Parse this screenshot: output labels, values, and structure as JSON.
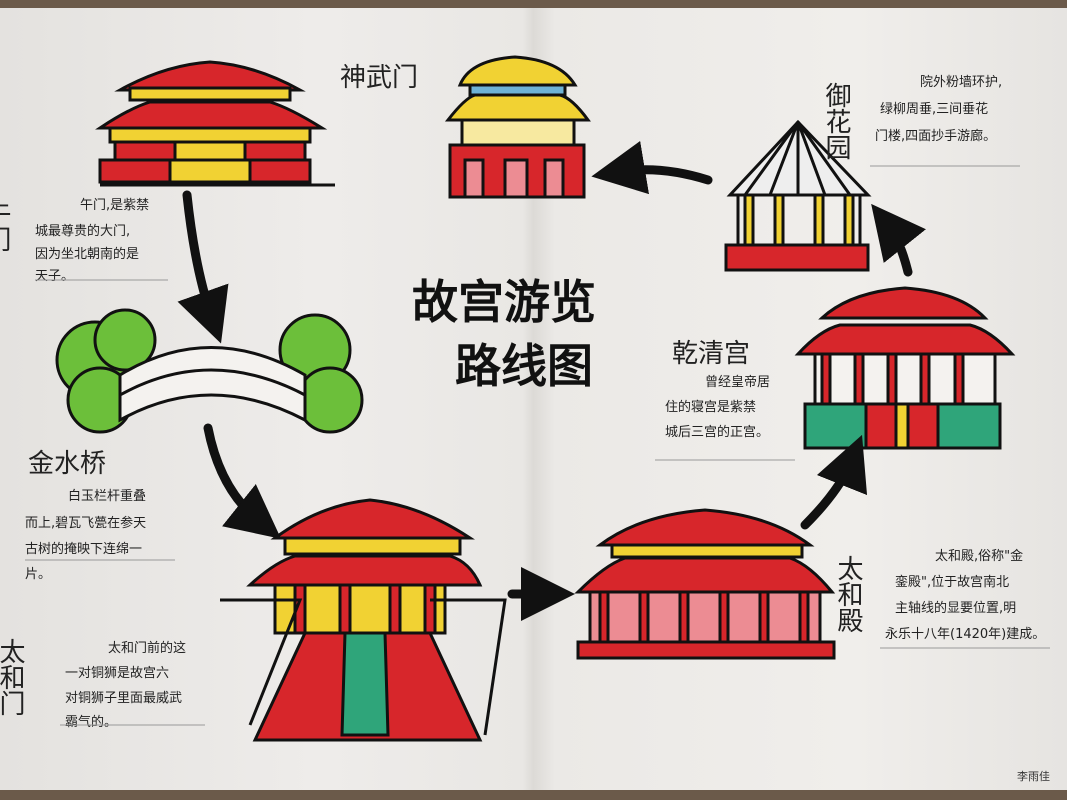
{
  "title": [
    "故宫游览",
    "路线图"
  ],
  "stops": {
    "wumen": {
      "name": "午门",
      "note": [
        "午门,是紫禁",
        "城最尊贵的大门,",
        "因为坐北朝南的是",
        "天子。"
      ]
    },
    "jinshuiqiao": {
      "name": "金水桥",
      "note": [
        "白玉栏杆重叠",
        "而上,碧瓦飞甍在参天",
        "古树的掩映下连绵一",
        "片。"
      ]
    },
    "taihemen": {
      "name": "太和门",
      "note": [
        "太和门前的这",
        "一对铜狮是故宫六",
        "对铜狮子里面最威武",
        "霸气的。"
      ]
    },
    "taihedian": {
      "name": "太和殿",
      "note": [
        "太和殿,俗称\"金",
        "銮殿\",位于故宫南北",
        "主轴线的显要位置,明",
        "永乐十八年(1420年)建成。"
      ]
    },
    "qianqinggong": {
      "name": "乾清宫",
      "note": [
        "曾经皇帝居",
        "住的寝宫是紫禁",
        "城后三宫的正宫。"
      ]
    },
    "yuhuayuan": {
      "name": "御花园",
      "note": [
        "院外粉墙环护,",
        "绿柳周垂,三间垂花",
        "门楼,四面抄手游廊。"
      ]
    },
    "shenwumen": {
      "name": "神武门"
    }
  },
  "signature": "李雨佳",
  "colors": {
    "red": "#d7262b",
    "yellow": "#f1d233",
    "green": "#2fa57a",
    "tree": "#6cbf3a",
    "pink": "#ec8c93",
    "ink": "#111111"
  }
}
